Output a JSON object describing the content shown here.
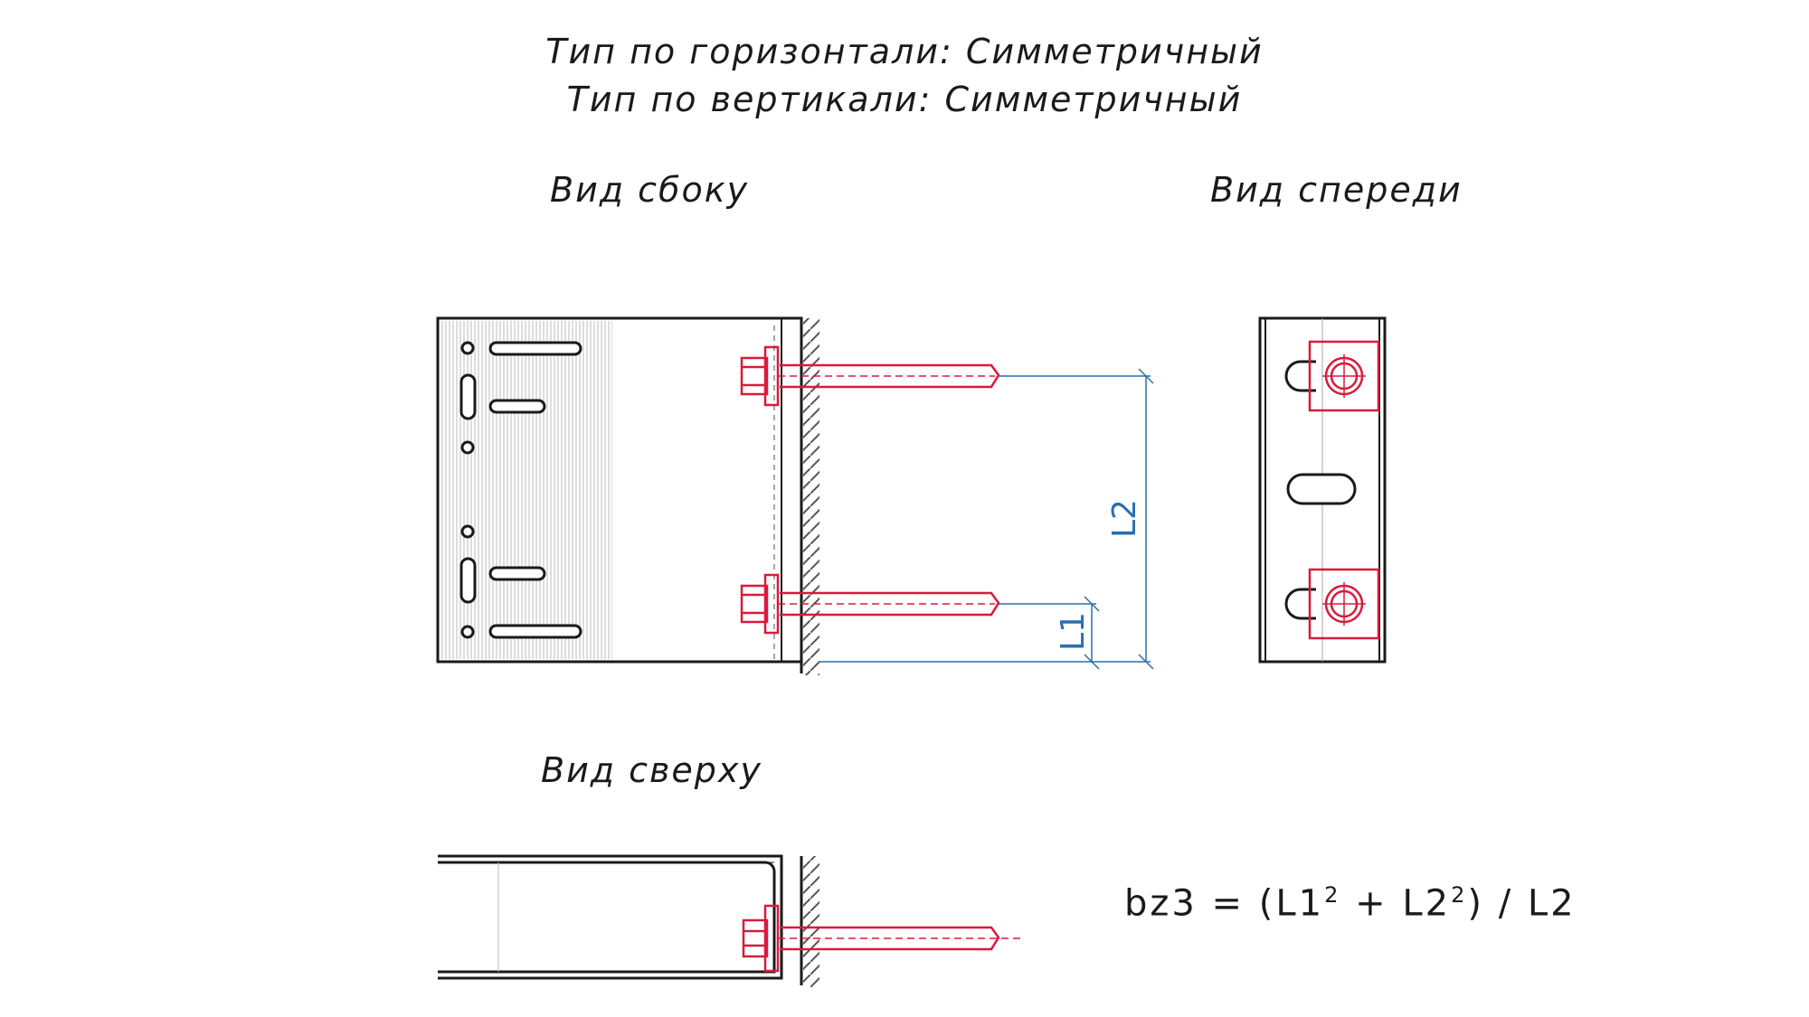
{
  "header": {
    "line1": "Тип по горизонтали: Симметричный",
    "line2": "Тип по вертикали: Симметричный"
  },
  "views": {
    "side": "Вид сбоку",
    "front": "Вид спереди",
    "top": "Вид сверху"
  },
  "dimensions": {
    "l1": "L1",
    "l2": "L2"
  },
  "formula": {
    "lhs": "bz3 = (L1",
    "exp1": "2",
    "mid": " + L2",
    "exp2": "2",
    "rhs": ") / L2"
  },
  "colors": {
    "line": "#1a1a1a",
    "anchor": "#d81b3c",
    "dimension": "#2a6fb0"
  }
}
